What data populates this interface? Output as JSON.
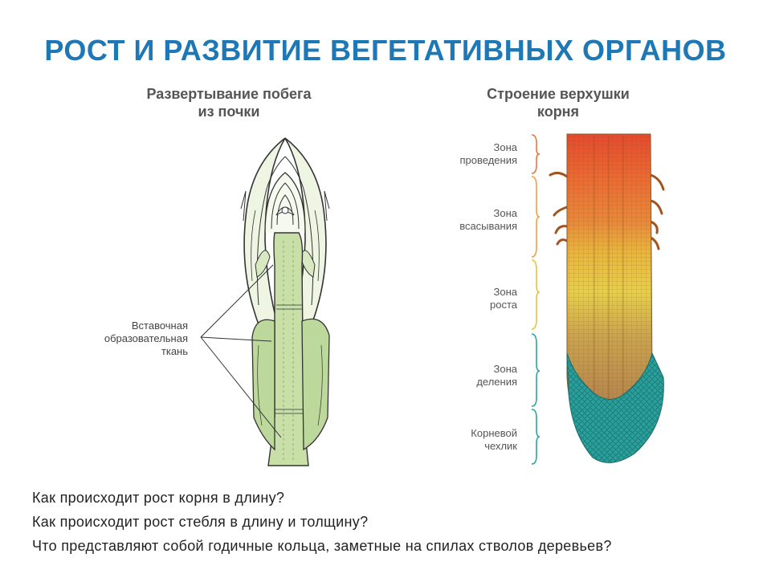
{
  "title": "РОСТ И РАЗВИТИЕ ВЕГЕТАТИВНЫХ ОРГАНОВ",
  "left_panel": {
    "subtitle_line1": "Развертывание побега",
    "subtitle_line2": "из почки",
    "label_line1": "Вставочная",
    "label_line2": "образовательная",
    "label_line3": "ткань"
  },
  "right_panel": {
    "subtitle_line1": "Строение верхушки",
    "subtitle_line2": "корня",
    "zones": [
      {
        "line1": "Зона",
        "line2": "проведения",
        "color": "#e8783a"
      },
      {
        "line1": "Зона",
        "line2": "всасывания",
        "color": "#f0a040"
      },
      {
        "line1": "Зона",
        "line2": "роста",
        "color": "#e8c238"
      },
      {
        "line1": "Зона",
        "line2": "деления",
        "color": "#2aa5a5"
      },
      {
        "line1": "Корневой",
        "line2": "чехлик",
        "color": "#2aa5a5"
      }
    ]
  },
  "questions": [
    "Как  происходит  рост  корня  в  длину?",
    "Как  происходит  рост  стебля  в длину  и толщину?",
    "Что  представляют  собой  годичные  кольца,  заметные  на  спилах  стволов  деревьев?"
  ]
}
